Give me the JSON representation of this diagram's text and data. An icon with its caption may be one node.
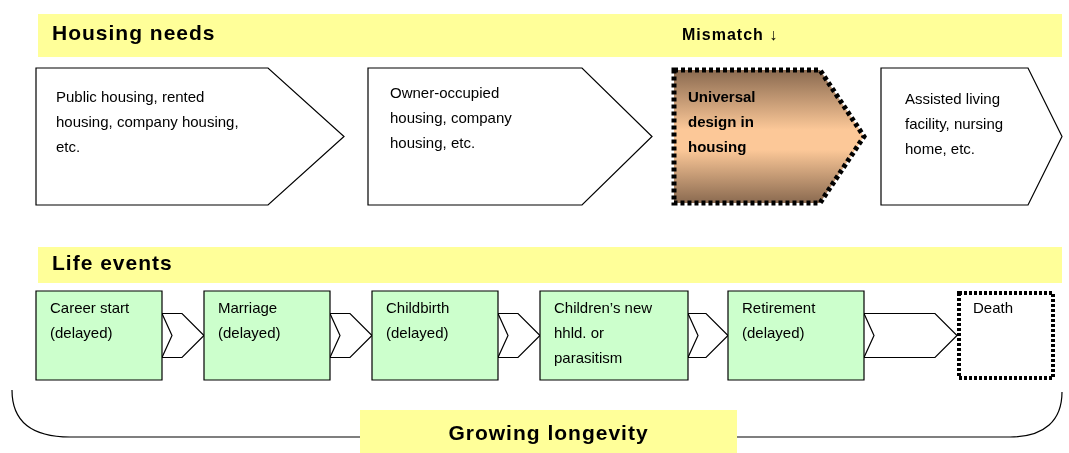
{
  "diagram": {
    "nodes": [
      {
        "text": [
          "Housing needs",
          "Mismatch ↓"
        ]
      },
      {
        "text": [
          "Public housing, rented housing, company housing, etc."
        ]
      },
      {
        "text": [
          "Owner-occupied housing, company housing, etc."
        ]
      },
      {
        "text": [
          "Universal design in housing"
        ]
      },
      {
        "text": [
          "Assisted living facility, nursing home, etc."
        ]
      },
      {
        "text": [
          "Life events"
        ]
      },
      {
        "text": [
          "Career start (delayed)"
        ]
      },
      {
        "text": [
          "Marriage (delayed)"
        ]
      },
      {
        "text": [
          "Childbirth (delayed)"
        ]
      },
      {
        "text": [
          "Children’s new hhld. or parasitism"
        ]
      },
      {
        "text": [
          "Retirement (delayed)"
        ]
      },
      {
        "text": [
          "Death"
        ]
      },
      {
        "text": [
          "Growing longevity"
        ]
      }
    ],
    "edges": [
      {
        "from": 6,
        "to": 7,
        "arrow": "to"
      },
      {
        "from": 7,
        "to": 8,
        "arrow": "to"
      },
      {
        "from": 8,
        "to": 9,
        "arrow": "to"
      },
      {
        "from": 9,
        "to": 10,
        "arrow": "to"
      },
      {
        "from": 10,
        "to": 11,
        "arrow": "to"
      }
    ]
  }
}
